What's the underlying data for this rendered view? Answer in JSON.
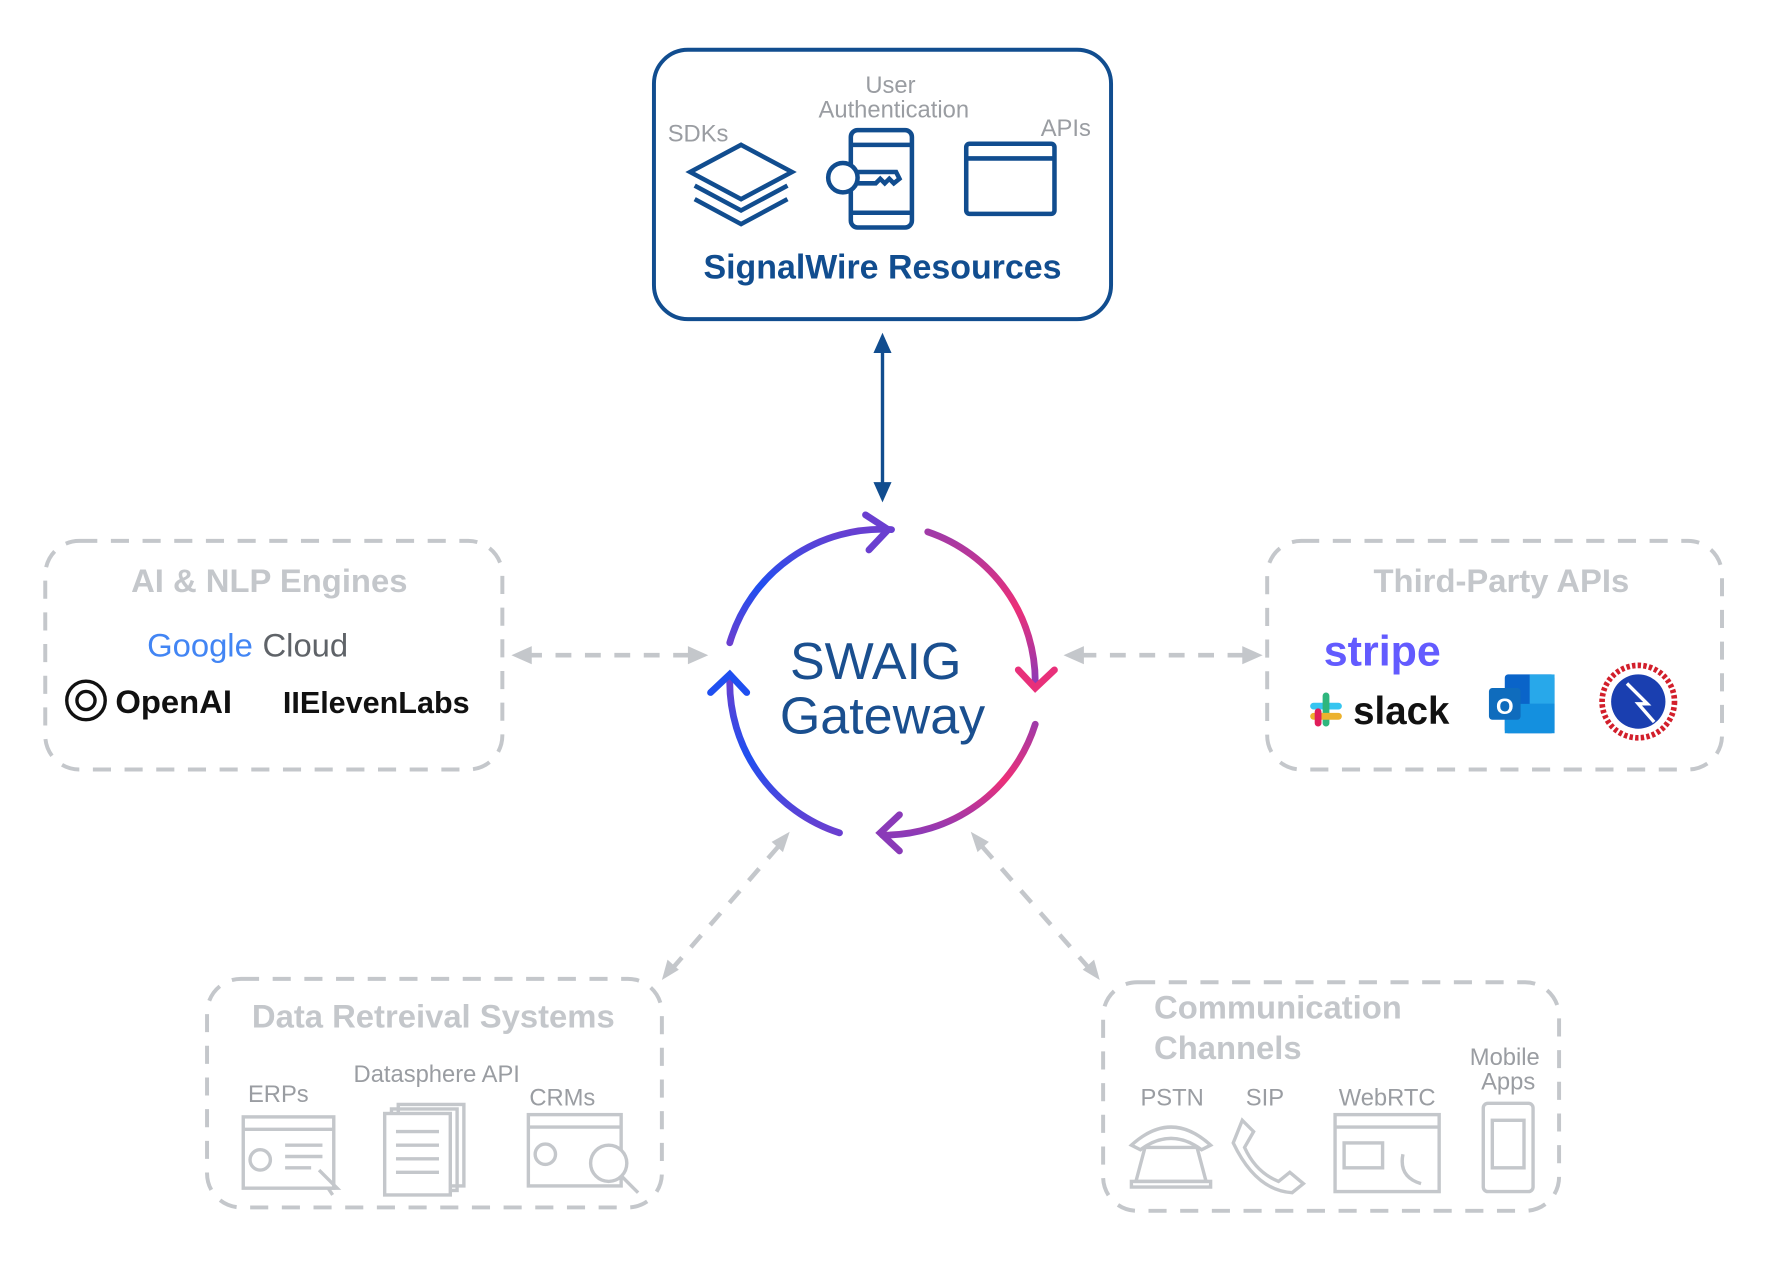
{
  "signalwire": {
    "title": "SignalWire Resources",
    "items": [
      {
        "label": "SDKs",
        "icon": "layers-icon"
      },
      {
        "label_lines": [
          "User",
          "Authentication"
        ],
        "icon": "phone-key-icon"
      },
      {
        "label": "APIs",
        "icon": "browser-window-icon"
      }
    ],
    "color": "#114d8f"
  },
  "gateway": {
    "line1": "SWAIG",
    "line2": "Gateway",
    "color": "#1a4f8f"
  },
  "ai_engines": {
    "title": "AI & NLP Engines",
    "logos": {
      "google_a": "Google",
      "google_b": "Cloud",
      "openai": "OpenAI",
      "elevenlabs": "IIElevenLabs"
    }
  },
  "third_party": {
    "title": "Third-Party APIs",
    "logos": {
      "stripe": "stripe",
      "slack": "slack",
      "outlook": "O",
      "nws": "NATIONAL WEATHER SERVICE"
    }
  },
  "data_retrieval": {
    "title": "Data Retreival Systems",
    "items": [
      "ERPs",
      "Datasphere API",
      "CRMs"
    ]
  },
  "communication": {
    "title_lines": [
      "Communication",
      "Channels"
    ],
    "items": [
      "PSTN",
      "SIP",
      "WebRTC"
    ],
    "mobile_lines": [
      "Mobile",
      "Apps"
    ]
  },
  "colors": {
    "muted": "#c4c7cb",
    "blue": "#1e4fe6",
    "purple": "#7a3cc0",
    "pink": "#e8307a"
  }
}
